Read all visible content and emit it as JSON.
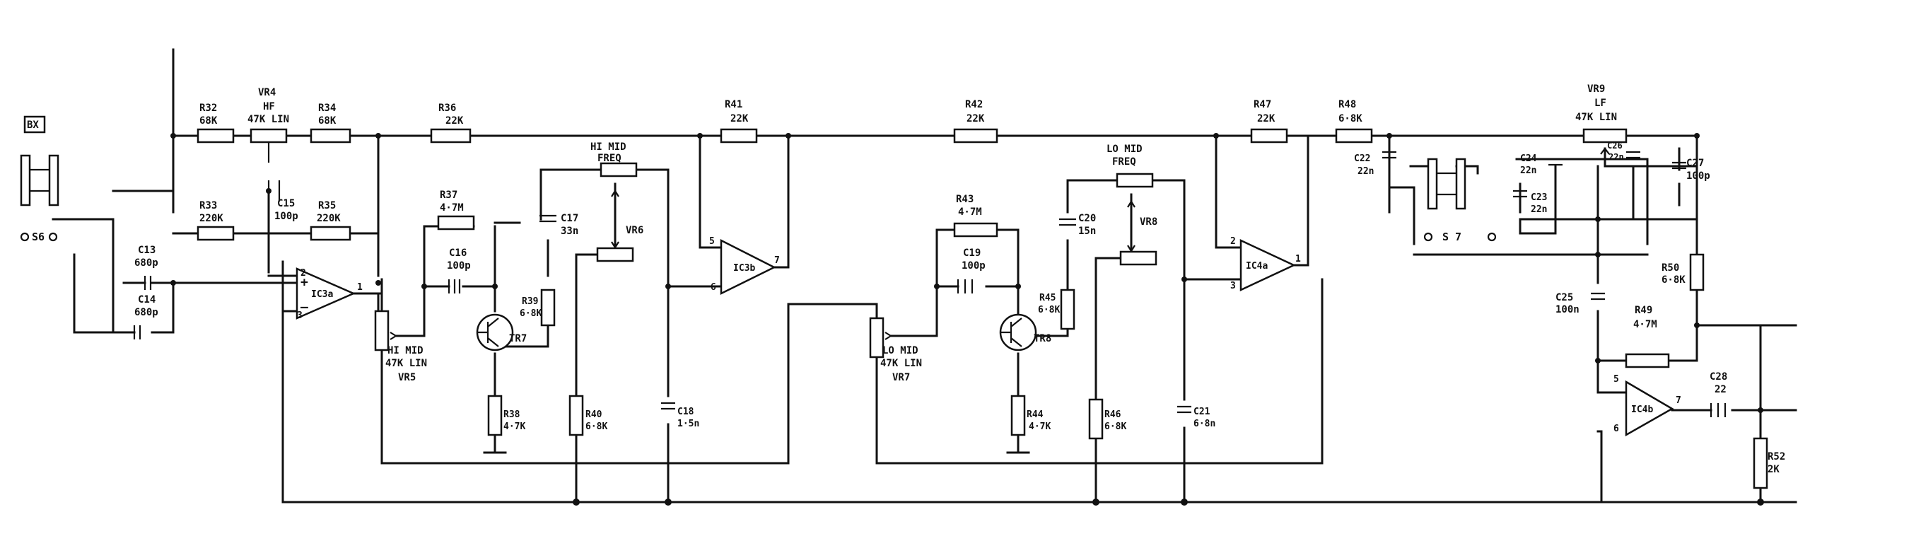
{
  "labels": {
    "bx": "BX",
    "s6": "S6",
    "s7": "S 7",
    "r32": "R32",
    "r32v": "68K",
    "vr4": "VR4",
    "vr4a": "HF",
    "vr4v": "47K LIN",
    "r34": "R34",
    "r34v": "68K",
    "r36": "R36",
    "r36v": "22K",
    "r33": "R33",
    "r33v": "220K",
    "c15": "C15",
    "c15v": "100p",
    "r35": "R35",
    "r35v": "220K",
    "c13": "C13",
    "c13v": "680p",
    "c14": "C14",
    "c14v": "680p",
    "ic3a": "IC3a",
    "r37": "R37",
    "r37v": "4·7M",
    "c16": "C16",
    "c16v": "100p",
    "tr7": "TR7",
    "vr5a": "HI MID",
    "vr5v": "47K LIN",
    "vr5": "VR5",
    "r39": "R39",
    "r39v": "6·8K",
    "r38": "R38",
    "r38v": "4·7K",
    "c17": "C17",
    "c17v": "33n",
    "hmf1": "HI MID",
    "hmf2": "FREQ",
    "vr6": "VR6",
    "r40": "R40",
    "r40v": "6·8K",
    "c18": "C18",
    "c18v": "1·5n",
    "r41": "R41",
    "r41v": "22K",
    "ic3b": "IC3b",
    "r42": "R42",
    "r42v": "22K",
    "r43": "R43",
    "r43v": "4·7M",
    "c19": "C19",
    "c19v": "100p",
    "tr8": "TR8",
    "vr7a": "LO MID",
    "vr7v": "47K LIN",
    "vr7": "VR7",
    "r45": "R45",
    "r45v": "6·8K",
    "r44": "R44",
    "r44v": "4·7K",
    "c20": "C20",
    "c20v": "15n",
    "lmf1": "LO MID",
    "lmf2": "FREQ",
    "vr8": "VR8",
    "r46": "R46",
    "r46v": "6·8K",
    "c21": "C21",
    "c21v": "6·8n",
    "r47": "R47",
    "r47v": "22K",
    "ic4a": "IC4a",
    "r48": "R48",
    "r48v": "6·8K",
    "c22": "C22",
    "c22v": "22n",
    "c24": "C24",
    "c24v": "22n",
    "c23": "C23",
    "c23v": "22n",
    "vr9": "VR9",
    "vr9a": "LF",
    "vr9v": "47K LIN",
    "c26": "C26",
    "c26v": "22n",
    "c27": "C27",
    "c27v": "100p",
    "r50": "R50",
    "r50v": "6·8K",
    "c25": "C25",
    "c25v": "100n",
    "r49": "R49",
    "r49v": "4·7M",
    "ic4b": "IC4b",
    "c28": "C28",
    "c28v": "22",
    "r52": "R52",
    "r52v": "2K",
    "p1": "1",
    "p2": "2",
    "p3": "3",
    "p5": "5",
    "p6": "6",
    "p7": "7"
  }
}
